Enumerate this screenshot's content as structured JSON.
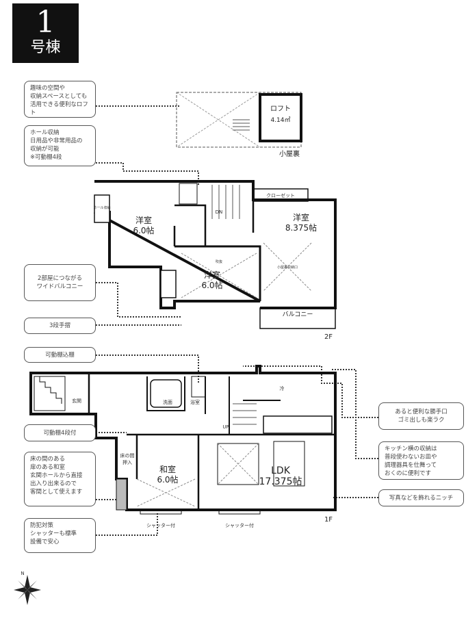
{
  "badge": {
    "number": "1",
    "label": "号棟"
  },
  "loft": {
    "room": "ロフト",
    "area": "4.14㎡",
    "label": "小屋裏"
  },
  "floor2": {
    "label": "2F",
    "rooms": [
      {
        "name": "洋室",
        "area": "6.0帖"
      },
      {
        "name": "洋室",
        "area": "8.375帖"
      },
      {
        "name": "洋室",
        "area": "6.0帖"
      }
    ],
    "closet": "クローゼット",
    "balcony": "バルコニー",
    "small": [
      "ホール収納",
      "DN",
      "吹抜",
      "小屋裏収納口"
    ]
  },
  "floor1": {
    "label": "1F",
    "rooms": [
      {
        "name": "和室",
        "area": "6.0帖"
      },
      {
        "name": "LDK",
        "area": "17.375帖"
      }
    ],
    "small": [
      "玄関",
      "洗面",
      "浴室",
      "UP",
      "冷",
      "シャッター付",
      "シャッター付",
      "床の間",
      "押入"
    ]
  },
  "callouts_left": [
    {
      "lines": [
        "趣味の空間や",
        "収納スペースとしても",
        "活用できる便利なロフト"
      ]
    },
    {
      "lines": [
        "ホール収納",
        "日用品や非常用品の",
        "収納が可能",
        "※可動棚4段"
      ]
    },
    {
      "lines": [
        "2部屋につながる",
        "ワイドバルコニー"
      ]
    },
    {
      "lines": [
        "3段手摺"
      ]
    },
    {
      "lines": [
        "可動棚込棚"
      ]
    },
    {
      "lines": [
        "可動棚4段付"
      ]
    },
    {
      "lines": [
        "床の間のある",
        "扉のある和室",
        "玄関ホールから直接",
        "出入り出来るので",
        "客間として使えます"
      ]
    },
    {
      "lines": [
        "防犯対策",
        "シャッターも標準",
        "設備で安心"
      ]
    }
  ],
  "callouts_right": [
    {
      "lines": [
        "あると便利な勝手口",
        "ゴミ出しも楽ラク"
      ]
    },
    {
      "lines": [
        "キッチン横の収納は",
        "普段使わないお皿や",
        "調理器具を仕舞って",
        "おくのに便利です"
      ]
    },
    {
      "lines": [
        "写真などを飾れるニッチ"
      ]
    }
  ],
  "compass": {
    "north": "N"
  }
}
